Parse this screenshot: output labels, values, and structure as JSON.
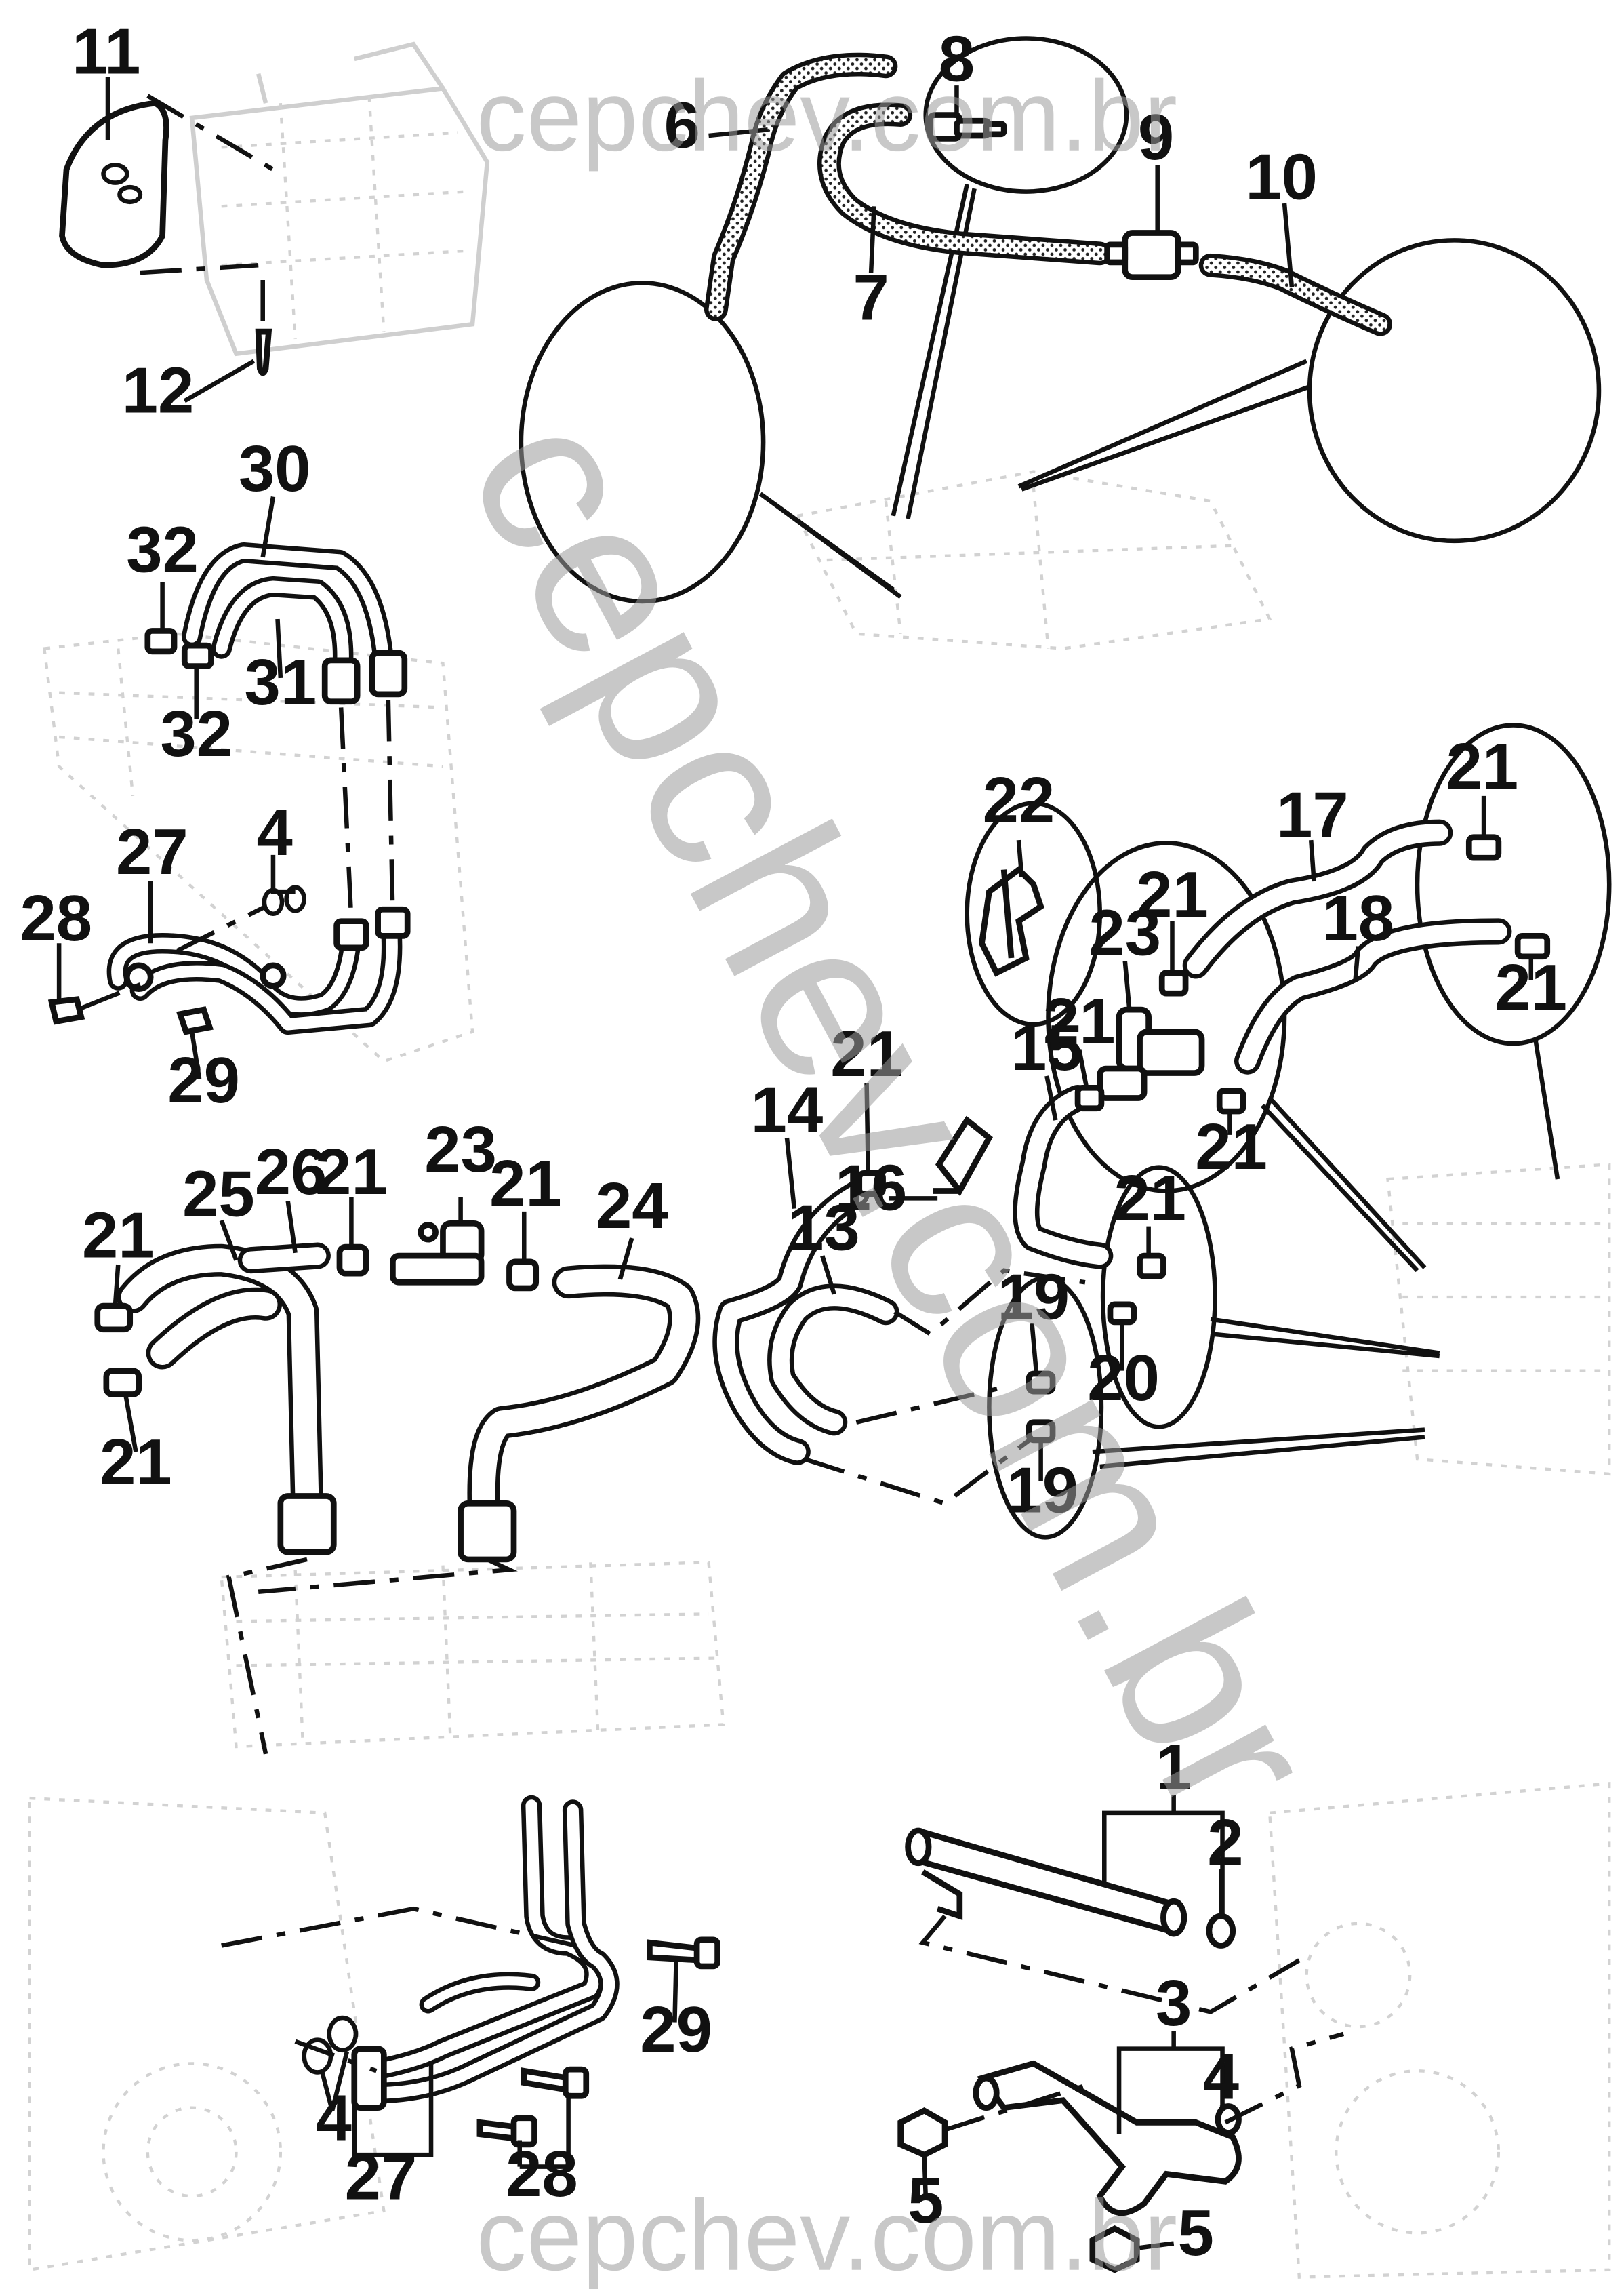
{
  "watermarks": {
    "top": "cepchev.com.br",
    "diagonal": "cepchev.com.br",
    "bottom": "cepchev.com.br"
  },
  "labels": {
    "p1": "1",
    "p2": "2",
    "p3": "3",
    "p4a": "4",
    "p4b": "4",
    "p4c": "4",
    "p5a": "5",
    "p5b": "5",
    "p6": "6",
    "p7": "7",
    "p8": "8",
    "p9": "9",
    "p10": "10",
    "p11": "11",
    "p12": "12",
    "p13": "13",
    "p14": "14",
    "p15": "15",
    "p16": "16",
    "p17": "17",
    "p18": "18",
    "p19a": "19",
    "p19b": "19",
    "p20": "20",
    "p21a": "21",
    "p21b": "21",
    "p21c": "21",
    "p21d": "21",
    "p21e": "21",
    "p21f": "21",
    "p21g": "21",
    "p21h": "21",
    "p21i": "21",
    "p21j": "21",
    "p22": "22",
    "p23a": "23",
    "p23b": "23",
    "p24": "24",
    "p25": "25",
    "p26": "26",
    "p27a": "27",
    "p27b": "27",
    "p28a": "28",
    "p28b": "28",
    "p29a": "29",
    "p29b": "29",
    "p30": "30",
    "p31": "31",
    "p32a": "32",
    "p32b": "32"
  }
}
